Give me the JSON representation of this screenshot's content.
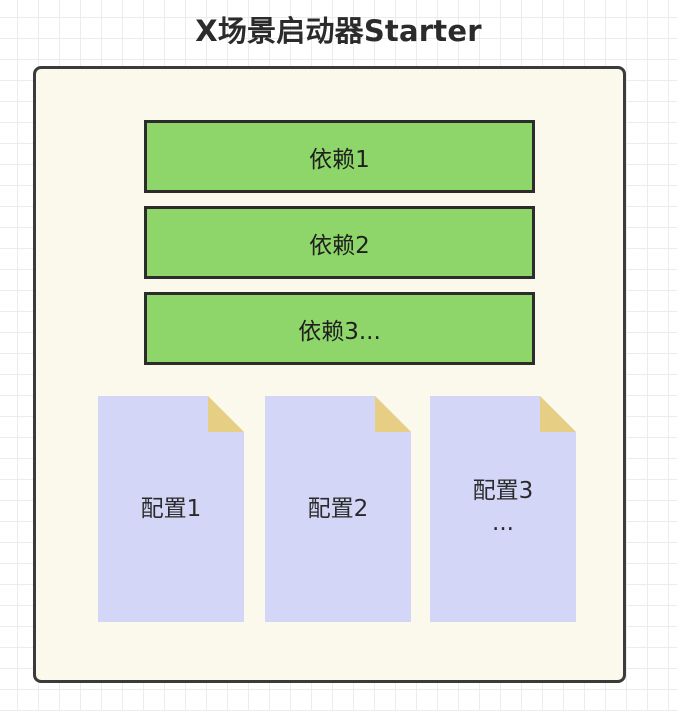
{
  "title": "X场景启动器Starter",
  "dependencies": [
    {
      "label": "依赖1"
    },
    {
      "label": "依赖2"
    },
    {
      "label": "依赖3..."
    }
  ],
  "configs": [
    {
      "label": "配置1"
    },
    {
      "label": "配置2"
    },
    {
      "label": "配置3",
      "label2": "..."
    }
  ],
  "colors": {
    "container_fill": "#fbf8ec",
    "dependency_fill": "#8ed56a",
    "config_fill": "#d3d6f6",
    "config_fold": "#e6cf85"
  }
}
